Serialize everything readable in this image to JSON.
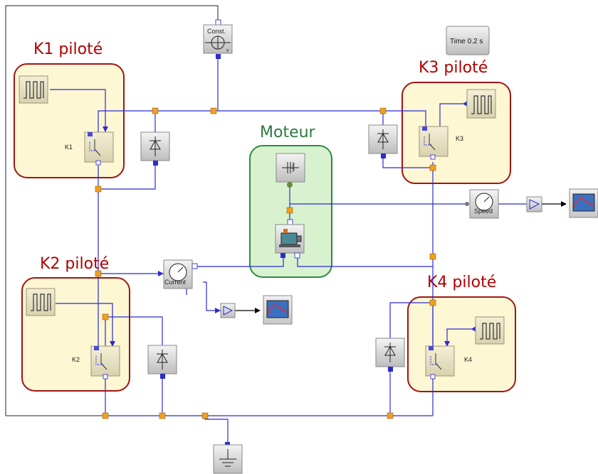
{
  "diagram": {
    "groups": [
      {
        "id": "k1",
        "title": "K1 piloté",
        "switch_label": "K1"
      },
      {
        "id": "k2",
        "title": "K2 piloté",
        "switch_label": "K2"
      },
      {
        "id": "k3",
        "title": "K3 piloté",
        "switch_label": "K3"
      },
      {
        "id": "k4",
        "title": "K4 piloté",
        "switch_label": "K4"
      },
      {
        "id": "motor",
        "title": "Moteur"
      }
    ],
    "blocks": {
      "const_label": "Const.",
      "const_port": "v",
      "time_label": "Time 0.2 s",
      "speed_label": "Speed",
      "current_label": "Current"
    },
    "colors": {
      "group_border": "#a01515",
      "group_fill": "#fdf7d3",
      "group_title": "#b00000",
      "motor_border": "#2d8a45",
      "motor_fill": "#d8f2cf",
      "motor_title": "#2d7a3e",
      "wire": "#2b2bd1",
      "node": "#f0a020"
    }
  }
}
